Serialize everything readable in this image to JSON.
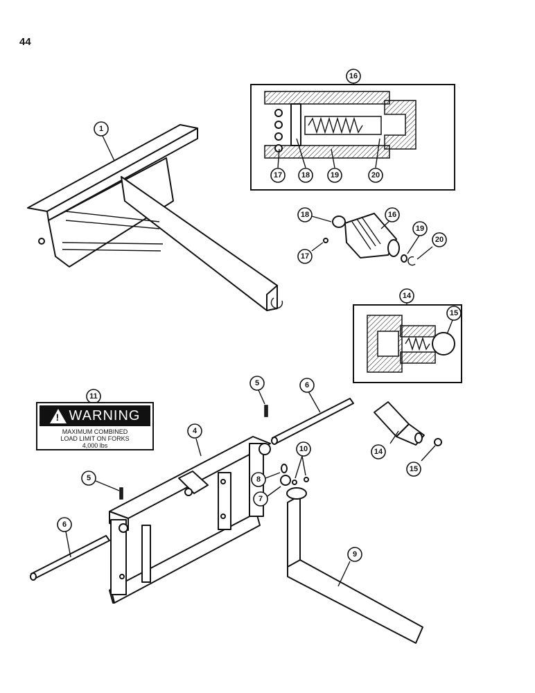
{
  "page_number": "44",
  "warning_label": {
    "title": "WARNING",
    "icon": "warning-triangle-icon",
    "line1": "MAXIMUM COMBINED",
    "line2": "LOAD LIMIT ON FORKS",
    "line3": "4,000 lbs"
  },
  "callouts": {
    "c1": "1",
    "c4": "4",
    "c5a": "5",
    "c5b": "5",
    "c6a": "6",
    "c6b": "6",
    "c7": "7",
    "c8": "8",
    "c9": "9",
    "c10": "10",
    "c11": "11",
    "c14a": "14",
    "c14b": "14",
    "c15a": "15",
    "c15b": "15",
    "c16a": "16",
    "c16b": "16",
    "c17a": "17",
    "c17b": "17",
    "c18a": "18",
    "c18b": "18",
    "c19a": "19",
    "c19b": "19",
    "c20a": "20",
    "c20b": "20"
  }
}
